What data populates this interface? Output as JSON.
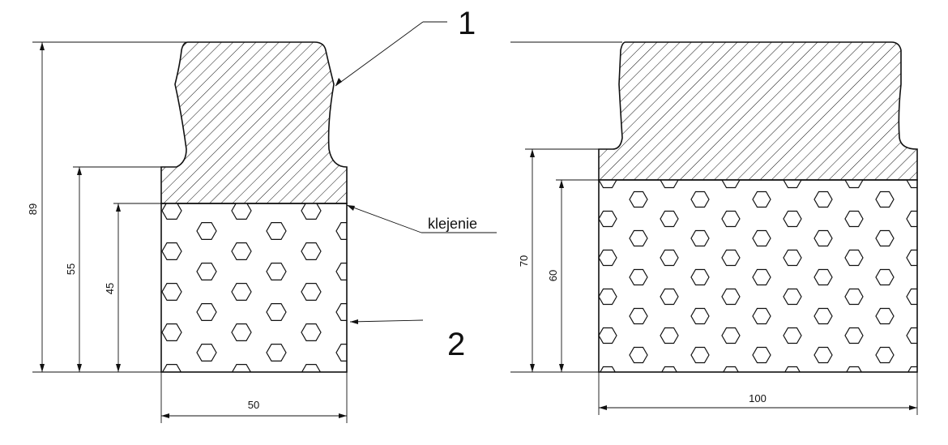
{
  "left_section": {
    "dims": {
      "total_height": "89",
      "height_55": "55",
      "height_45": "45",
      "width": "50"
    },
    "callout_1": "1",
    "callout_2": "2",
    "glue_label": "klejenie"
  },
  "right_section": {
    "dims": {
      "height_70": "70",
      "height_60": "60",
      "width": "100"
    }
  },
  "colors": {
    "line": "#111111",
    "background": "#ffffff"
  }
}
